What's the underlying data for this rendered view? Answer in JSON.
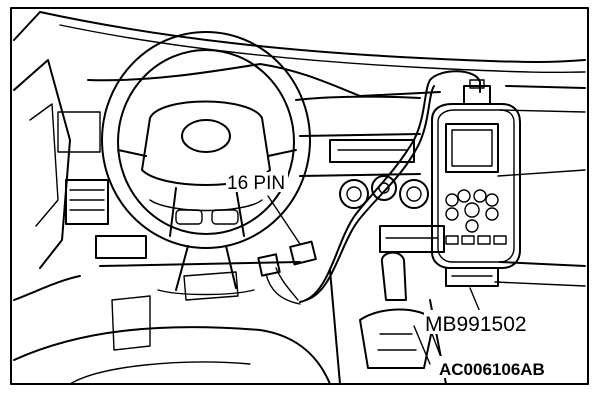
{
  "figure": {
    "labels": {
      "connector": "16 PIN",
      "tool_part_number": "MB991502",
      "figure_code": "AC006106AB"
    }
  },
  "colors": {
    "line": "#000000",
    "background": "#ffffff"
  }
}
